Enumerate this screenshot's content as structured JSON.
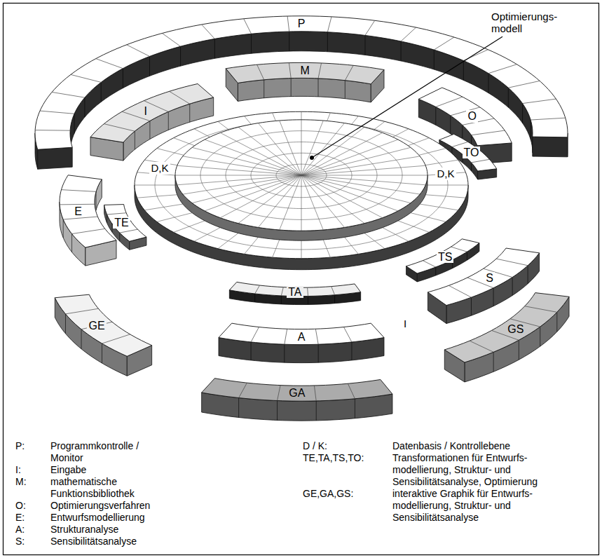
{
  "diagram": {
    "nodes": [
      {
        "text": [
          "P"
        ]
      },
      {
        "text": [
          "I"
        ]
      },
      {
        "text": [
          "M"
        ]
      },
      {
        "text": [
          "O"
        ]
      },
      {
        "text": [
          "TO"
        ]
      },
      {
        "text": [
          "GE"
        ]
      },
      {
        "text": [
          "E"
        ]
      },
      {
        "text": [
          "TE"
        ]
      },
      {
        "text": [
          "TA"
        ]
      },
      {
        "text": [
          "TS"
        ]
      },
      {
        "text": [
          "S"
        ]
      },
      {
        "text": [
          "A"
        ]
      },
      {
        "text": [
          "GS"
        ]
      },
      {
        "text": [
          "GA"
        ]
      }
    ],
    "labels": [
      "Optimierungs- modell",
      "D,K",
      "D,K",
      "I",
      "P:",
      "Programmkontrolle / Monitor",
      "I:",
      "Eingabe",
      "M:",
      "mathematische Funktionsbibliothek",
      "O:",
      "Optimierungsverfahren",
      "E:",
      "Entwurfsmodellierung",
      "A:",
      "Strukturanalyse",
      "S:",
      "Sensibilitätsanalyse",
      "D / K:",
      "Datenbasis / Kontrollebene",
      "TE,TA,TS,TO:",
      "Transformationen für Entwurfs- modellierung, Struktur- und Sensibilitätsanalyse, Optimierung",
      "GE,GA,GS:",
      "interaktive Graphik für Entwurfs- modellierung, Struktur- und Sensibilitätsanalyse"
    ]
  }
}
